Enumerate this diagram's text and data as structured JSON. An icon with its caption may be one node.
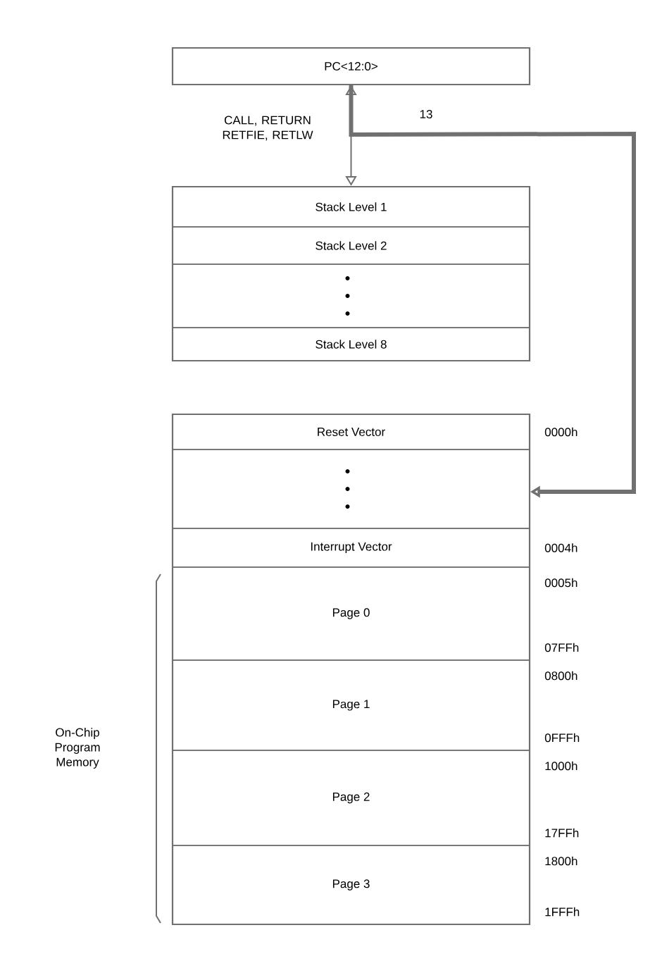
{
  "diagram": {
    "nodes": [
      {
        "text": [
          "PC<12:0>"
        ]
      },
      {
        "text": [],
        "shape": "box"
      },
      {
        "text": [
          "Stack Level 1"
        ],
        "in": 1
      },
      {
        "text": [
          "Stack Level 2"
        ],
        "in": 1
      },
      {
        "text": [],
        "shape": "box",
        "in": 1
      },
      {
        "text": [
          "Stack Level 8"
        ],
        "in": 1
      },
      {
        "text": [],
        "shape": "box"
      },
      {
        "text": [
          "Reset Vector"
        ],
        "in": 6,
        "beside": [
          "0000h"
        ]
      },
      {
        "text": [],
        "shape": "box",
        "in": 6
      },
      {
        "text": [
          "Interrupt Vector"
        ],
        "in": 6,
        "beside": [
          "0004h"
        ]
      },
      {
        "text": [
          "Page 0"
        ],
        "in": 6,
        "beside": [
          "0005h",
          "07FFh"
        ]
      },
      {
        "text": [
          "Page 1"
        ],
        "in": 6,
        "beside": [
          "0800h",
          "0FFFh"
        ]
      },
      {
        "text": [
          "Page 2"
        ],
        "in": 6,
        "beside": [
          "1000h",
          "17FFh"
        ]
      },
      {
        "text": [
          "Page 3"
        ],
        "in": 6,
        "beside": [
          "1800h",
          "1FFFh"
        ]
      }
    ],
    "edges": [
      {
        "from": 0,
        "to": 1,
        "arrow": "both",
        "label": "CALL, RETURN RETFIE, RETLW"
      },
      {
        "from": 0,
        "to": 8,
        "arrow": "to",
        "label": "13",
        "style": "thick"
      }
    ],
    "labels": [
      "On-Chip Program Memory"
    ]
  }
}
